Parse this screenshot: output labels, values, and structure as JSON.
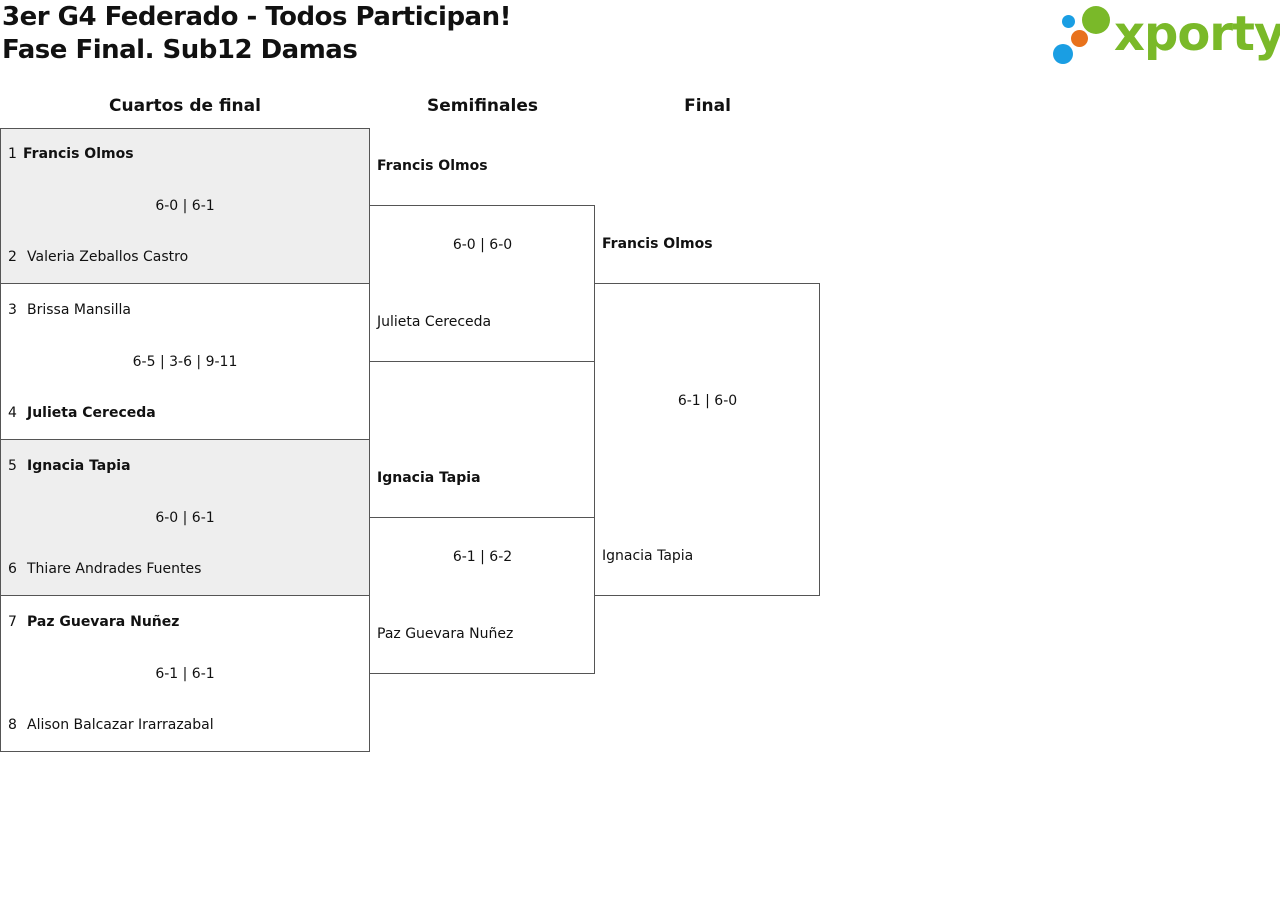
{
  "header": {
    "title_line1": "3er G4 Federado - Todos Participan!",
    "title_line2": "Fase Final. Sub12 Damas"
  },
  "logo": {
    "text": "xporty",
    "colors": {
      "green": "#7ab929",
      "orange": "#e8721c",
      "blue": "#1a9ee3"
    }
  },
  "rounds": {
    "quarterfinals": "Cuartos de final",
    "semifinals": "Semifinales",
    "final": "Final"
  },
  "quarterfinals": [
    {
      "player1": {
        "seed": "1",
        "name": "Francis Olmos",
        "winner": true
      },
      "score": "6-0 | 6-1",
      "player2": {
        "seed": "2",
        "name": "Valeria Zeballos Castro",
        "winner": false
      }
    },
    {
      "player1": {
        "seed": "3",
        "name": "Brissa Mansilla",
        "winner": false
      },
      "score": "6-5 | 3-6 | 9-11",
      "player2": {
        "seed": "4",
        "name": "Julieta Cereceda",
        "winner": true
      }
    },
    {
      "player1": {
        "seed": "5",
        "name": "Ignacia Tapia",
        "winner": true
      },
      "score": "6-0 | 6-1",
      "player2": {
        "seed": "6",
        "name": "Thiare Andrades Fuentes",
        "winner": false
      }
    },
    {
      "player1": {
        "seed": "7",
        "name": "Paz Guevara Nuñez",
        "winner": true
      },
      "score": "6-1 | 6-1",
      "player2": {
        "seed": "8",
        "name": "Alison Balcazar Irarrazabal",
        "winner": false
      }
    }
  ],
  "semifinals": [
    {
      "player1": {
        "name": "Francis Olmos",
        "winner": true
      },
      "score": "6-0 | 6-0",
      "player2": {
        "name": "Julieta Cereceda",
        "winner": false
      }
    },
    {
      "player1": {
        "name": "Ignacia Tapia",
        "winner": true
      },
      "score": "6-1 | 6-2",
      "player2": {
        "name": "Paz Guevara Nuñez",
        "winner": false
      }
    }
  ],
  "final": {
    "player1": {
      "name": "Francis Olmos",
      "winner": true
    },
    "score": "6-1 | 6-0",
    "player2": {
      "name": "Ignacia Tapia",
      "winner": false
    }
  },
  "colors": {
    "shaded_match_bg": "#eeeeee",
    "border": "#555555",
    "text": "#111111"
  }
}
